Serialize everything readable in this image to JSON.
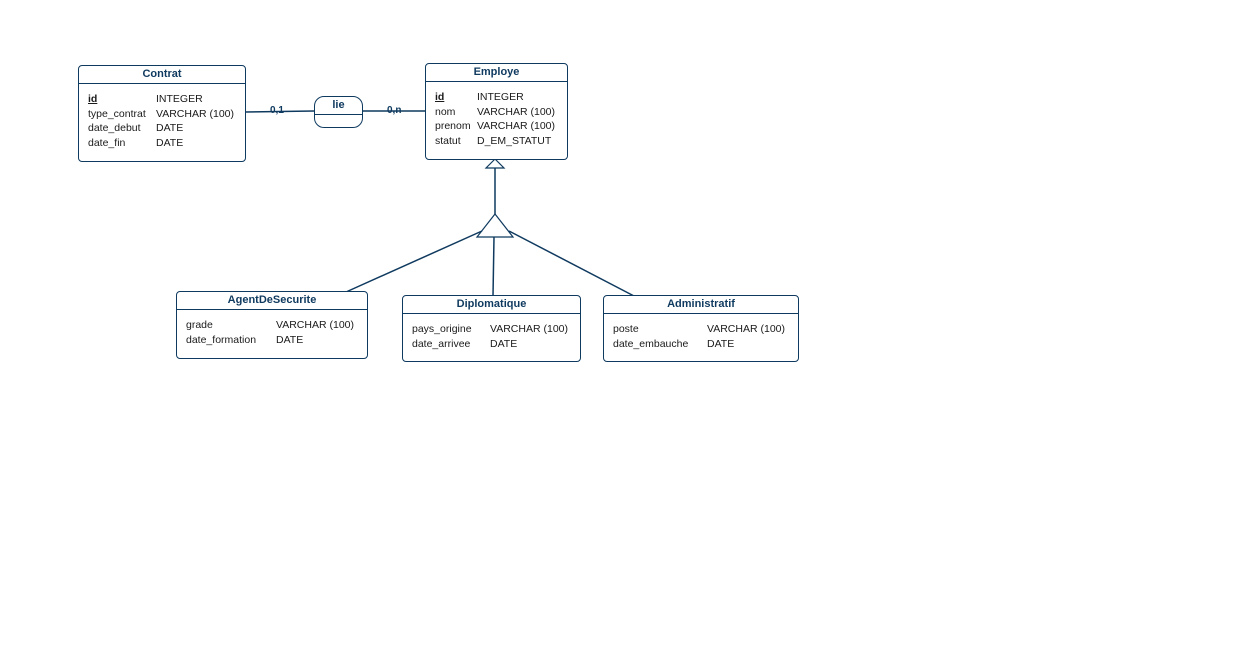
{
  "diagram": {
    "line_color": "#0f3a5f",
    "entities": {
      "contrat": {
        "name": "Contrat",
        "attributes": [
          {
            "name": "id",
            "type": "INTEGER",
            "primary_key": true
          },
          {
            "name": "type_contrat",
            "type": "VARCHAR (100)"
          },
          {
            "name": "date_debut",
            "type": "DATE"
          },
          {
            "name": "date_fin",
            "type": "DATE"
          }
        ]
      },
      "employe": {
        "name": "Employe",
        "attributes": [
          {
            "name": "id",
            "type": "INTEGER",
            "primary_key": true
          },
          {
            "name": "nom",
            "type": "VARCHAR (100)"
          },
          {
            "name": "prenom",
            "type": "VARCHAR (100)"
          },
          {
            "name": "statut",
            "type": "D_EM_STATUT"
          }
        ]
      },
      "agent": {
        "name": "AgentDeSecurite",
        "attributes": [
          {
            "name": "grade",
            "type": "VARCHAR (100)"
          },
          {
            "name": "date_formation",
            "type": "DATE"
          }
        ]
      },
      "diplomatique": {
        "name": "Diplomatique",
        "attributes": [
          {
            "name": "pays_origine",
            "type": "VARCHAR (100)"
          },
          {
            "name": "date_arrivee",
            "type": "DATE"
          }
        ]
      },
      "administratif": {
        "name": "Administratif",
        "attributes": [
          {
            "name": "poste",
            "type": "VARCHAR (100)"
          },
          {
            "name": "date_embauche",
            "type": "DATE"
          }
        ]
      }
    },
    "association": {
      "name": "lie",
      "cardinality_contrat": "0,1",
      "cardinality_employe": "0,n"
    }
  }
}
